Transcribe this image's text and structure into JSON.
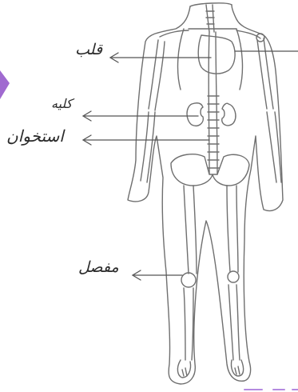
{
  "labels": {
    "heart": "قلب",
    "kidney": "کلیه",
    "bone": "استخوان",
    "joint": "مفصل"
  },
  "colors": {
    "ink": "#6f6f6f",
    "text": "#2b2b2b",
    "accent_purple": "#a06ad0"
  }
}
